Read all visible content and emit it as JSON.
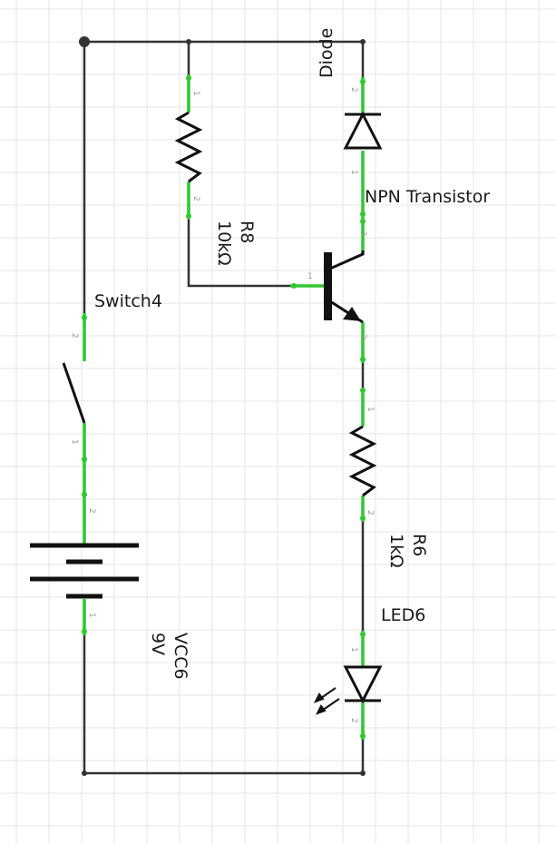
{
  "colors": {
    "grid": "#e6e6e6",
    "wire": "#333333",
    "lead": "#2ec92e",
    "symbol": "#111111",
    "pin_text": "#9a9a9a"
  },
  "components": {
    "diode": {
      "name": "Diode",
      "pin_a": "2",
      "pin_b": "1"
    },
    "transistor": {
      "name": "NPN Transistor",
      "pin_base": "1",
      "pin_collector": "3",
      "pin_emitter": "2"
    },
    "r8": {
      "name": "R8",
      "value": "10kΩ",
      "pin_top": "1",
      "pin_bottom": "2"
    },
    "switch": {
      "name": "Switch4",
      "pin_top": "2",
      "pin_bottom": "1"
    },
    "battery": {
      "name": "VCC6",
      "value": "9V",
      "pin_top": "2",
      "pin_bottom": "1"
    },
    "r6": {
      "name": "R6",
      "value": "1kΩ",
      "pin_top": "1",
      "pin_bottom": "2"
    },
    "led": {
      "name": "LED6",
      "pin_top": "1",
      "pin_bottom": "2"
    }
  }
}
